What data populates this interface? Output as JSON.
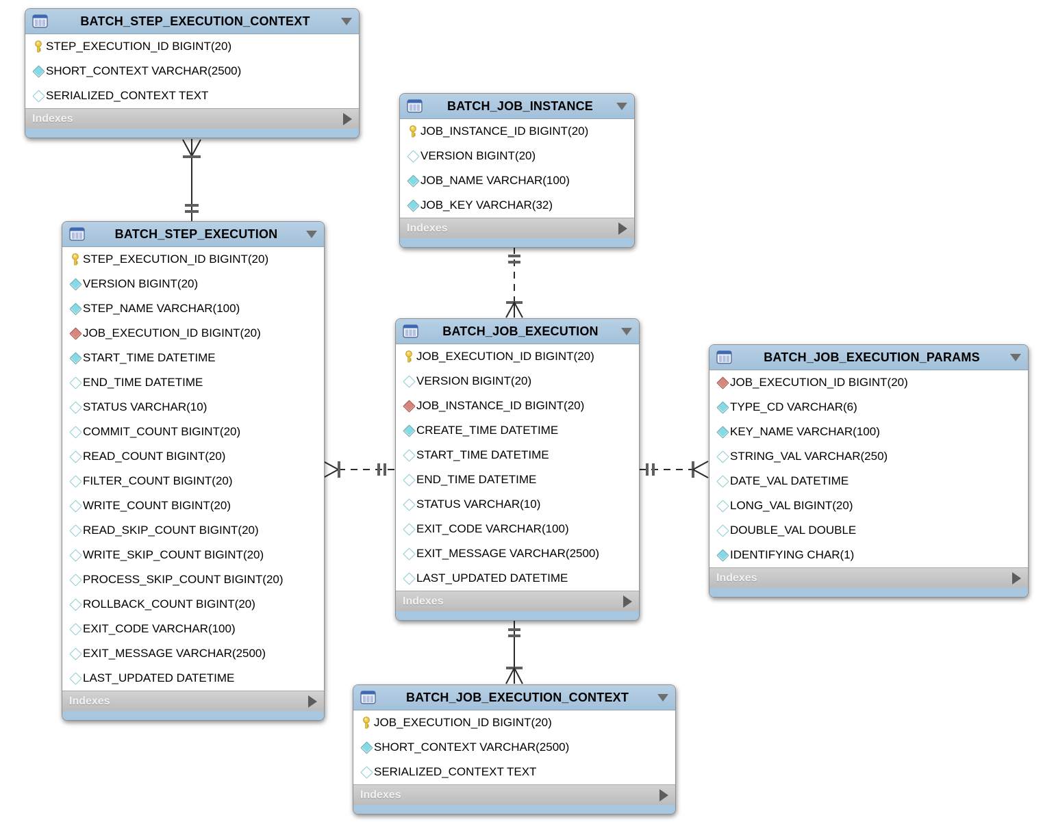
{
  "diagram": {
    "name": "spring-batch-erd",
    "tool_style": "mysql-workbench-eer",
    "colors": {
      "header_blue": "#a8c6df",
      "footer_gray": "#c6c6c6",
      "bottom_strip_blue": "#a7c7e0",
      "primary_key_yellow": "#eecb44",
      "column_cyan": "#84dbe6",
      "foreign_key_red": "#d6867c",
      "line_color": "#2a2a2a"
    }
  },
  "tables": [
    {
      "id": "batch_step_execution_context",
      "title": "BATCH_STEP_EXECUTION_CONTEXT",
      "footer": "Indexes",
      "fields": [
        {
          "icon": "primary-key",
          "label": "STEP_EXECUTION_ID BIGINT(20)"
        },
        {
          "icon": "column-notnull",
          "label": "SHORT_CONTEXT VARCHAR(2500)"
        },
        {
          "icon": "column-nullable",
          "label": "SERIALIZED_CONTEXT TEXT"
        }
      ]
    },
    {
      "id": "batch_job_instance",
      "title": "BATCH_JOB_INSTANCE",
      "footer": "Indexes",
      "fields": [
        {
          "icon": "primary-key",
          "label": "JOB_INSTANCE_ID BIGINT(20)"
        },
        {
          "icon": "column-nullable",
          "label": "VERSION BIGINT(20)"
        },
        {
          "icon": "column-notnull",
          "label": "JOB_NAME VARCHAR(100)"
        },
        {
          "icon": "column-notnull",
          "label": "JOB_KEY VARCHAR(32)"
        }
      ]
    },
    {
      "id": "batch_step_execution",
      "title": "BATCH_STEP_EXECUTION",
      "footer": "Indexes",
      "fields": [
        {
          "icon": "primary-key",
          "label": "STEP_EXECUTION_ID BIGINT(20)"
        },
        {
          "icon": "column-notnull",
          "label": "VERSION BIGINT(20)"
        },
        {
          "icon": "column-notnull",
          "label": "STEP_NAME VARCHAR(100)"
        },
        {
          "icon": "foreign-key",
          "label": "JOB_EXECUTION_ID BIGINT(20)"
        },
        {
          "icon": "column-notnull",
          "label": "START_TIME DATETIME"
        },
        {
          "icon": "column-nullable",
          "label": "END_TIME DATETIME"
        },
        {
          "icon": "column-nullable",
          "label": "STATUS VARCHAR(10)"
        },
        {
          "icon": "column-nullable",
          "label": "COMMIT_COUNT BIGINT(20)"
        },
        {
          "icon": "column-nullable",
          "label": "READ_COUNT BIGINT(20)"
        },
        {
          "icon": "column-nullable",
          "label": "FILTER_COUNT BIGINT(20)"
        },
        {
          "icon": "column-nullable",
          "label": "WRITE_COUNT BIGINT(20)"
        },
        {
          "icon": "column-nullable",
          "label": "READ_SKIP_COUNT BIGINT(20)"
        },
        {
          "icon": "column-nullable",
          "label": "WRITE_SKIP_COUNT BIGINT(20)"
        },
        {
          "icon": "column-nullable",
          "label": "PROCESS_SKIP_COUNT BIGINT(20)"
        },
        {
          "icon": "column-nullable",
          "label": "ROLLBACK_COUNT BIGINT(20)"
        },
        {
          "icon": "column-nullable",
          "label": "EXIT_CODE VARCHAR(100)"
        },
        {
          "icon": "column-nullable",
          "label": "EXIT_MESSAGE VARCHAR(2500)"
        },
        {
          "icon": "column-nullable",
          "label": "LAST_UPDATED DATETIME"
        }
      ]
    },
    {
      "id": "batch_job_execution",
      "title": "BATCH_JOB_EXECUTION",
      "footer": "Indexes",
      "fields": [
        {
          "icon": "primary-key",
          "label": "JOB_EXECUTION_ID BIGINT(20)"
        },
        {
          "icon": "column-nullable",
          "label": "VERSION BIGINT(20)"
        },
        {
          "icon": "foreign-key",
          "label": "JOB_INSTANCE_ID BIGINT(20)"
        },
        {
          "icon": "column-notnull",
          "label": "CREATE_TIME DATETIME"
        },
        {
          "icon": "column-nullable",
          "label": "START_TIME DATETIME"
        },
        {
          "icon": "column-nullable",
          "label": "END_TIME DATETIME"
        },
        {
          "icon": "column-nullable",
          "label": "STATUS VARCHAR(10)"
        },
        {
          "icon": "column-nullable",
          "label": "EXIT_CODE VARCHAR(100)"
        },
        {
          "icon": "column-nullable",
          "label": "EXIT_MESSAGE VARCHAR(2500)"
        },
        {
          "icon": "column-nullable",
          "label": "LAST_UPDATED DATETIME"
        }
      ]
    },
    {
      "id": "batch_job_execution_params",
      "title": "BATCH_JOB_EXECUTION_PARAMS",
      "footer": "Indexes",
      "fields": [
        {
          "icon": "foreign-key",
          "label": "JOB_EXECUTION_ID BIGINT(20)"
        },
        {
          "icon": "column-notnull",
          "label": "TYPE_CD VARCHAR(6)"
        },
        {
          "icon": "column-notnull",
          "label": "KEY_NAME VARCHAR(100)"
        },
        {
          "icon": "column-nullable",
          "label": "STRING_VAL VARCHAR(250)"
        },
        {
          "icon": "column-nullable",
          "label": "DATE_VAL DATETIME"
        },
        {
          "icon": "column-nullable",
          "label": "LONG_VAL BIGINT(20)"
        },
        {
          "icon": "column-nullable",
          "label": "DOUBLE_VAL DOUBLE"
        },
        {
          "icon": "column-notnull",
          "label": "IDENTIFYING CHAR(1)"
        }
      ]
    },
    {
      "id": "batch_job_execution_context",
      "title": "BATCH_JOB_EXECUTION_CONTEXT",
      "footer": "Indexes",
      "fields": [
        {
          "icon": "primary-key",
          "label": "JOB_EXECUTION_ID BIGINT(20)"
        },
        {
          "icon": "column-notnull",
          "label": "SHORT_CONTEXT VARCHAR(2500)"
        },
        {
          "icon": "column-nullable",
          "label": "SERIALIZED_CONTEXT TEXT"
        }
      ]
    }
  ],
  "relationships": [
    {
      "table_a": "BATCH_STEP_EXECUTION_CONTEXT",
      "end_a": "one-or-many",
      "table_b": "BATCH_STEP_EXECUTION",
      "end_b": "exactly-one",
      "line": "solid"
    },
    {
      "table_a": "BATCH_JOB_INSTANCE",
      "end_a": "exactly-one",
      "table_b": "BATCH_JOB_EXECUTION",
      "end_b": "one-or-many",
      "line": "dashed"
    },
    {
      "table_a": "BATCH_STEP_EXECUTION",
      "end_a": "one-or-many",
      "table_b": "BATCH_JOB_EXECUTION",
      "end_b": "exactly-one",
      "line": "dashed"
    },
    {
      "table_a": "BATCH_JOB_EXECUTION",
      "end_a": "exactly-one",
      "table_b": "BATCH_JOB_EXECUTION_PARAMS",
      "end_b": "one-or-many",
      "line": "dashed"
    },
    {
      "table_a": "BATCH_JOB_EXECUTION",
      "end_a": "exactly-one",
      "table_b": "BATCH_JOB_EXECUTION_CONTEXT",
      "end_b": "one-or-many",
      "line": "solid"
    }
  ]
}
